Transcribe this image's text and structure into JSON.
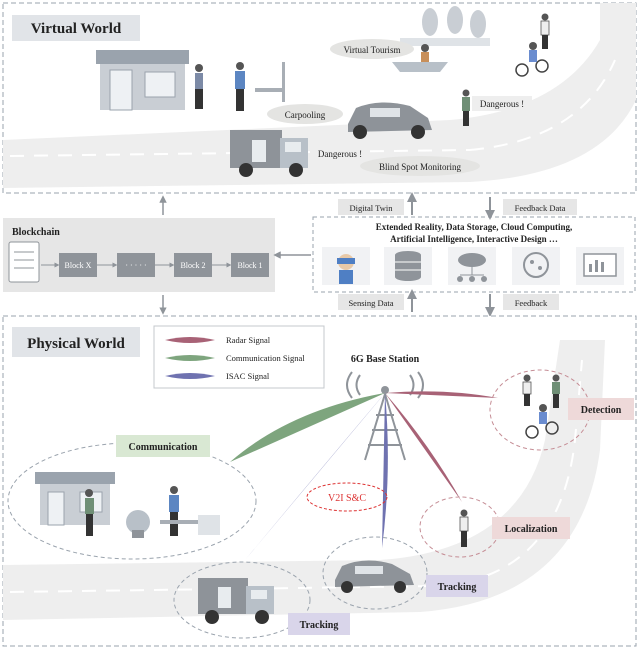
{
  "virtual_world": {
    "title": "Virtual World",
    "labels": {
      "virtual_tourism": "Virtual Tourism",
      "carpooling": "Carpooling",
      "dangerous_car": "Dangerous !",
      "dangerous_truck": "Dangerous !",
      "blind_spot": "Blind Spot Monitoring"
    }
  },
  "blockchain": {
    "title": "Blockchain",
    "blocks": [
      "Block X",
      "· · · · ·",
      "Block 2",
      "Block 1"
    ]
  },
  "services": {
    "line1": "Extended Reality, Data Storage, Cloud Computing,",
    "line2": "Artificial Intelligence, Interactive Design …",
    "icons": [
      "vr-headset-icon",
      "database-icon",
      "cloud-network-icon",
      "ai-brain-icon",
      "analytics-monitor-icon"
    ]
  },
  "flows": {
    "digital_twin": "Digital Twin",
    "feedback_data": "Feedback Data",
    "sensing_data": "Sensing Data",
    "feedback": "Feedback"
  },
  "physical_world": {
    "title": "Physical World",
    "legend": [
      {
        "label": "Radar Signal",
        "color": "#a86276"
      },
      {
        "label": "Communication Signal",
        "color": "#7ea57e"
      },
      {
        "label": "ISAC Signal",
        "color": "#6f72b0"
      }
    ],
    "base_station": "6G Base Station",
    "v2i": "V2I S&C",
    "labels": {
      "communication": "Communication",
      "detection": "Detection",
      "localization": "Localization",
      "tracking_car": "Tracking",
      "tracking_truck": "Tracking"
    }
  },
  "colors": {
    "title_box": "#e1e4e8",
    "label_purple": "#d9d5ea",
    "label_pink": "#eed9d9",
    "label_green": "#d9e8d3",
    "label_gray": "#e4e4e2",
    "panel_gray": "#e6e6e6",
    "box_gray": "#8f949a"
  }
}
